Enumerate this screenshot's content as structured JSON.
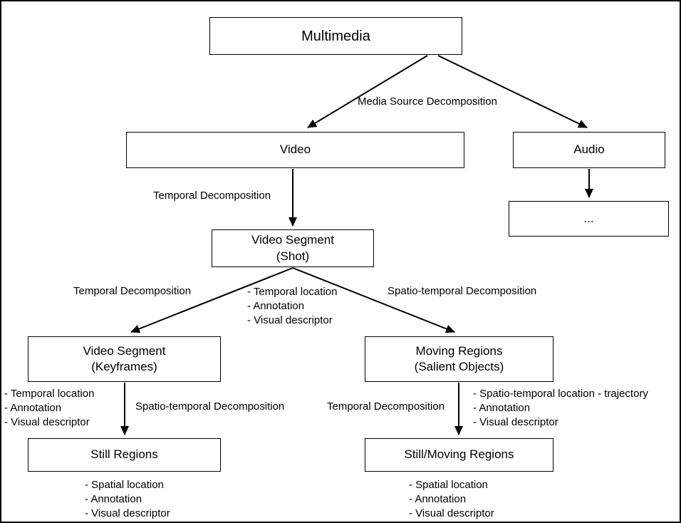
{
  "diagram": {
    "nodes": {
      "multimedia": "Multimedia",
      "video": "Video",
      "audio": "Audio",
      "audio_child": "...",
      "video_segment_shot": [
        "Video Segment",
        "(Shot)"
      ],
      "video_segment_keyframes": [
        "Video Segment",
        "(Keyframes)"
      ],
      "moving_regions": [
        "Moving Regions",
        "(Salient Objects)"
      ],
      "still_regions": "Still Regions",
      "still_moving_regions": "Still/Moving Regions"
    },
    "edge_labels": {
      "media_source": "Media Source Decomposition",
      "temporal_video_to_shot": "Temporal Decomposition",
      "temporal_shot_to_keyframes": "Temporal Decomposition",
      "spatio_temporal_shot_to_moving": "Spatio-temporal Decomposition",
      "spatio_temporal_keyframes_to_still": "Spatio-temporal Decomposition",
      "temporal_moving_to_stillmoving": "Temporal Decomposition"
    },
    "annotations": {
      "shot": [
        "- Temporal location",
        "- Annotation",
        "- Visual descriptor"
      ],
      "keyframes": [
        "- Temporal location",
        "- Annotation",
        "- Visual descriptor"
      ],
      "moving": [
        "- Spatio-temporal location - trajectory",
        "- Annotation",
        "- Visual descriptor"
      ],
      "still": [
        "- Spatial location",
        "- Annotation",
        "- Visual descriptor"
      ],
      "still_moving": [
        "- Spatial location",
        "- Annotation",
        "- Visual descriptor"
      ]
    }
  }
}
